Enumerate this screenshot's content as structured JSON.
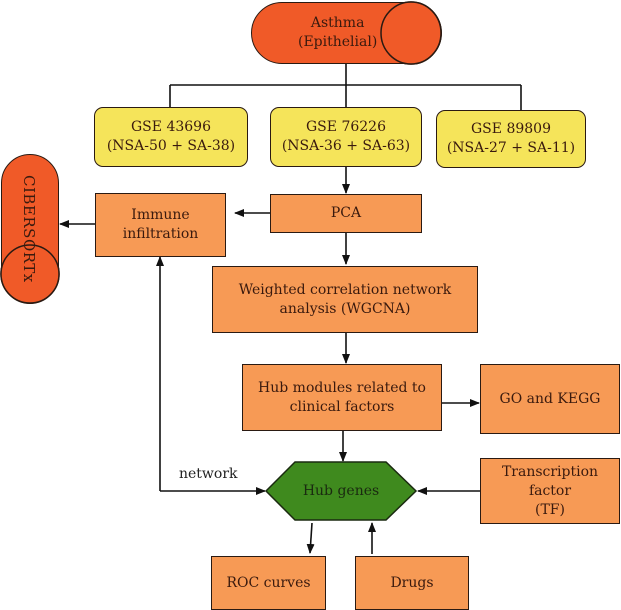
{
  "diagram": {
    "source": {
      "line1": "Asthma",
      "line2": "(Epithelial)"
    },
    "datasets": [
      {
        "id": "GSE 43696",
        "groups": "(NSA-50 + SA-38)"
      },
      {
        "id": "GSE 76226",
        "groups": "(NSA-36 + SA-63)"
      },
      {
        "id": "GSE 89809",
        "groups": "(NSA-27 + SA-11)"
      }
    ],
    "pca": "PCA",
    "immune": {
      "line1": "Immune",
      "line2": "infiltration"
    },
    "cibersort": "CIBERSORTx",
    "wgcna": {
      "line1": "Weighted correlation network",
      "line2": "analysis (WGCNA)"
    },
    "hub_modules": {
      "line1": "Hub modules related to",
      "line2": "clinical factors"
    },
    "go_kegg": "GO and KEGG",
    "hub_genes": "Hub genes",
    "tf": {
      "line1": "Transcription factor",
      "line2": "(TF)"
    },
    "roc": "ROC curves",
    "drugs": "Drugs",
    "edge_label_network": "network",
    "colors": {
      "source_fill": "#f05a28",
      "dataset_fill": "#f5e45a",
      "process_fill": "#f79a55",
      "hub_fill": "#3f8a1e",
      "stroke": "#2a1a12"
    }
  }
}
